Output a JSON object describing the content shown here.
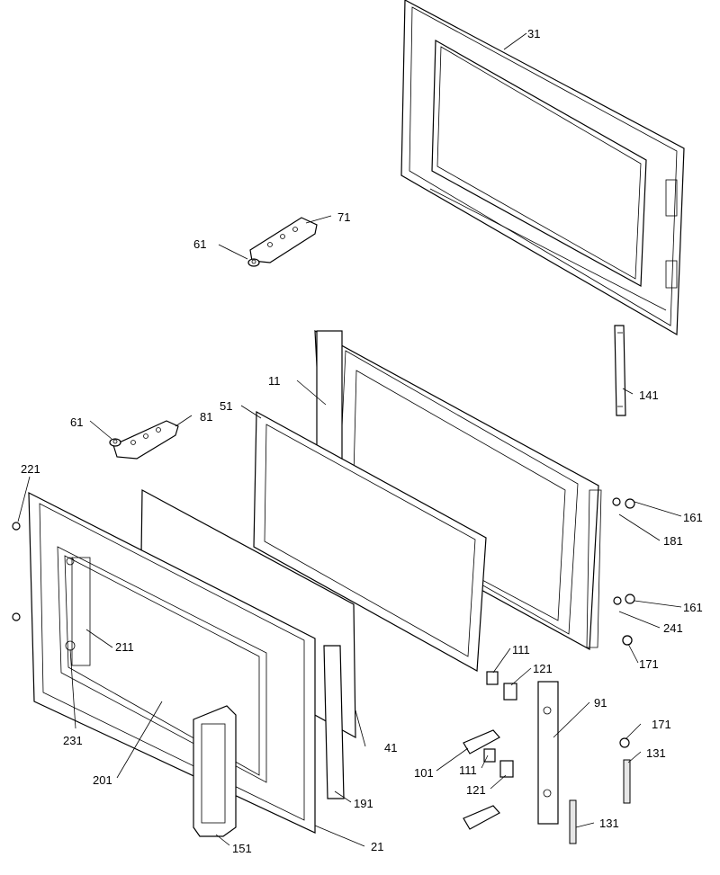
{
  "labels": {
    "p31": "31",
    "p71": "71",
    "p61a": "61",
    "p11": "11",
    "p141": "141",
    "p61b": "61",
    "p81": "81",
    "p51": "51",
    "p221": "221",
    "p161a": "161",
    "p181": "181",
    "p161b": "161",
    "p241": "241",
    "p111a": "111",
    "p121a": "121",
    "p171a": "171",
    "p211": "211",
    "p91": "91",
    "p231": "231",
    "p41": "41",
    "p171b": "171",
    "p131a": "131",
    "p101": "101",
    "p111b": "111",
    "p201": "201",
    "p121b": "121",
    "p191": "191",
    "p131b": "131",
    "p151": "151",
    "p21": "21"
  }
}
